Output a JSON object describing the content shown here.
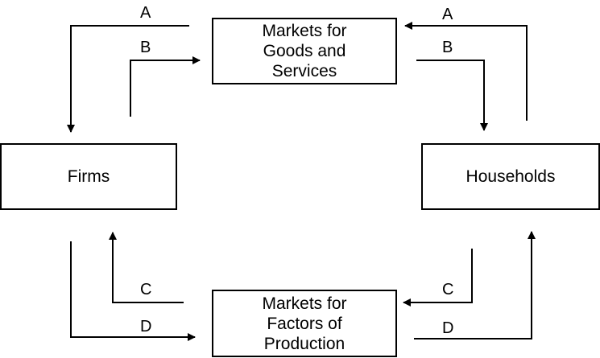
{
  "boxes": {
    "goods_market": "Markets for\nGoods and\nServices",
    "factor_market": "Markets for\nFactors of\nProduction",
    "firms": "Firms",
    "households": "Households"
  },
  "flow_labels": {
    "a_left": "A",
    "b_left": "B",
    "a_right": "A",
    "b_right": "B",
    "c_left": "C",
    "d_left": "D",
    "c_right": "C",
    "d_right": "D"
  }
}
